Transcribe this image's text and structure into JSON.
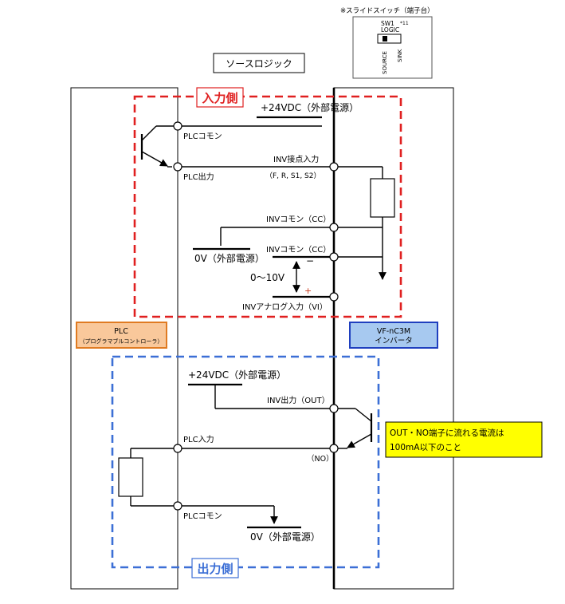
{
  "slide_switch": {
    "note": "※スライドスイッチ（端子台）",
    "sw_label": "SW1",
    "logic_label": "LOGIC",
    "star_label": "*11",
    "source_label": "SOURCE",
    "sink_label": "SINK"
  },
  "logic_title": "ソースロジック",
  "input_side": {
    "label": "入力側",
    "color": "#e02020",
    "supply_24v": "+24VDC（外部電源）",
    "plc_common": "PLCコモン",
    "plc_output": "PLC出力",
    "inv_contact_input": "INV接点入力",
    "inv_contact_terminals": "（F, R, S1, S2）",
    "inv_common_1": "INVコモン（CC）",
    "inv_common_2": "INVコモン（CC）",
    "zero_v": "0V（外部電源）",
    "voltage_range": "0〜10V",
    "minus": "−",
    "plus": "+",
    "inv_analog_input": "INVアナログ入力（VI）"
  },
  "plc_box": {
    "title": "PLC",
    "subtitle": "（プログラマブルコントローラ）",
    "fill": "#f9c89b",
    "border": "#e07b22"
  },
  "inverter_box": {
    "title": "VF-nC3M",
    "subtitle": "インバータ",
    "fill": "#a7c9f0",
    "border": "#1f3fbf"
  },
  "output_side": {
    "label": "出力側",
    "color": "#3c6fd6",
    "supply_24v": "+24VDC（外部電源）",
    "inv_output": "INV出力（OUT）",
    "plc_input": "PLC入力",
    "no_terminal": "（NO）",
    "plc_common": "PLCコモン",
    "zero_v": "0V（外部電源）"
  },
  "note_box": {
    "line1": "OUT・NO端子に流れる電流は",
    "line2": "100mA以下のこと",
    "fill": "#ffff00"
  }
}
